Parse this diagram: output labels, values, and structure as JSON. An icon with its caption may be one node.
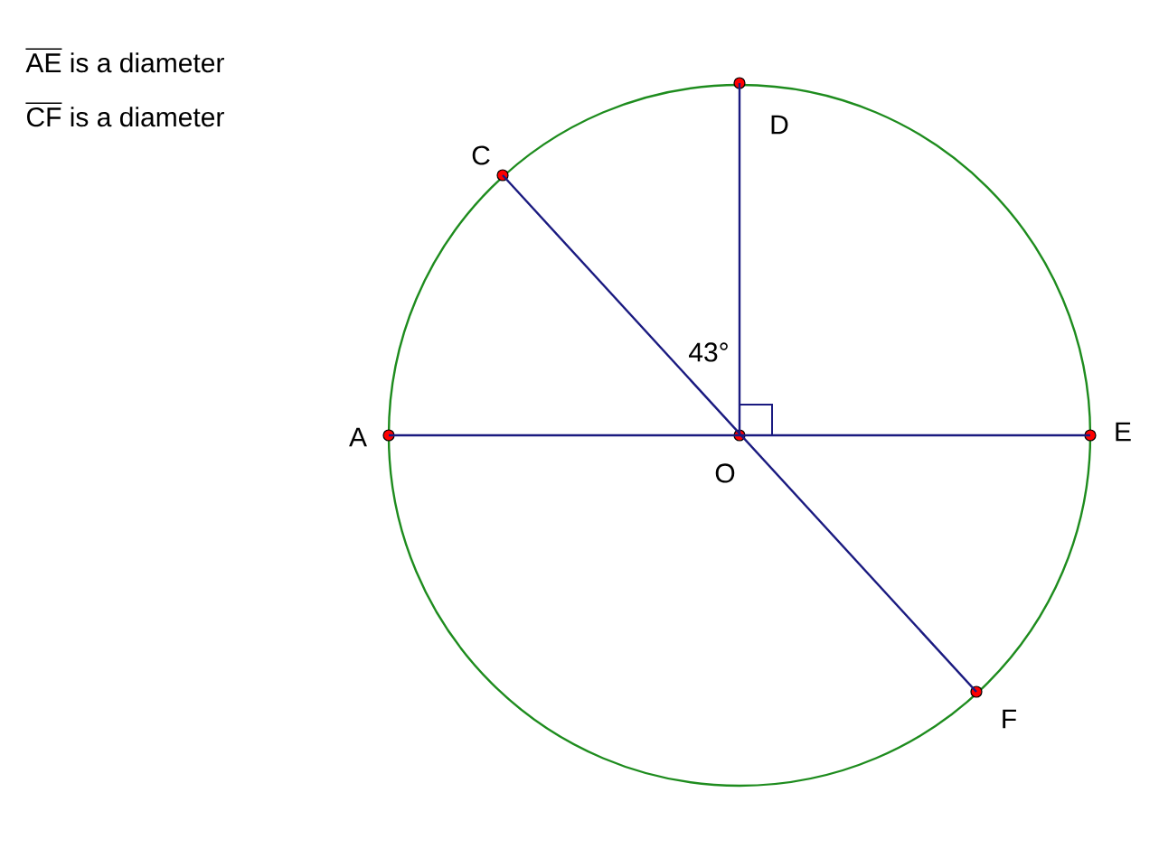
{
  "diagram": {
    "nodes": [
      {
        "text": [],
        "shape": "circle",
        "beside": [
          "A"
        ]
      },
      {
        "text": [],
        "shape": "circle",
        "beside": [
          "C"
        ]
      },
      {
        "text": [],
        "shape": "circle",
        "beside": [
          "D"
        ]
      },
      {
        "text": [],
        "shape": "circle",
        "beside": [
          "E"
        ]
      },
      {
        "text": [],
        "shape": "circle",
        "beside": [
          "F"
        ]
      },
      {
        "text": [],
        "shape": "circle",
        "beside": [
          "O"
        ]
      }
    ],
    "edges": [
      {
        "from": 0,
        "to": 3,
        "arrow": "none"
      },
      {
        "from": 1,
        "to": 4,
        "arrow": "none"
      },
      {
        "from": 5,
        "to": 2,
        "arrow": "none"
      }
    ],
    "labels": [
      "AE is a diameter",
      "CF is a diameter",
      "43°"
    ]
  }
}
